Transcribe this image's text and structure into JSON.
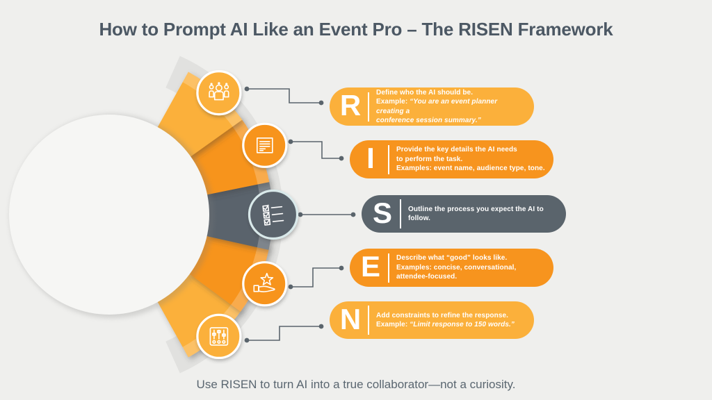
{
  "title": "How to Prompt AI Like an Event Pro – The RISEN Framework",
  "footer": "Use RISEN to turn AI into a true collaborator—not a curiosity.",
  "colors": {
    "background": "#EFEFED",
    "title_text": "#4C5864",
    "footer_text": "#5A6670",
    "yellow": "#FBB03B",
    "orange": "#F7941E",
    "slate": "#5A646C",
    "connector": "#5A646C",
    "text_on_pill": "#FFFFFF",
    "fan_band": "#E1E1DF",
    "fan_hub": "#F6F6F4",
    "slate_circle_ring": "#D9E9EA"
  },
  "steps": [
    {
      "letter": "R",
      "color": "yellow",
      "icon": "audience-people-icon",
      "lines": [
        [
          {
            "t": "Define who the AI should be."
          }
        ],
        [
          {
            "t": "Example: "
          },
          {
            "t": "“You are an event planner creating a",
            "i": true
          }
        ],
        [
          {
            "t": "conference session summary.”",
            "i": true
          }
        ]
      ]
    },
    {
      "letter": "I",
      "color": "orange",
      "icon": "document-details-icon",
      "lines": [
        [
          {
            "t": "Provide the key details the AI needs"
          }
        ],
        [
          {
            "t": "to perform the task."
          }
        ],
        [
          {
            "t": "Examples: event name, audience type, tone."
          }
        ]
      ]
    },
    {
      "letter": "S",
      "color": "slate",
      "icon": "checklist-icon",
      "lines": [
        [
          {
            "t": "Outline the process you expect the AI to follow."
          }
        ]
      ]
    },
    {
      "letter": "E",
      "color": "orange",
      "icon": "hand-presenting-star-icon",
      "lines": [
        [
          {
            "t": "Describe what “good” looks like."
          }
        ],
        [
          {
            "t": "Examples: concise, conversational,"
          }
        ],
        [
          {
            "t": "attendee-focused."
          }
        ]
      ]
    },
    {
      "letter": "N",
      "color": "yellow",
      "icon": "control-sliders-icon",
      "lines": [
        [
          {
            "t": "Add constraints to refine the response."
          }
        ],
        [
          {
            "t": "Example: "
          },
          {
            "t": "“Limit response to 150 words.”",
            "i": true
          }
        ]
      ]
    }
  ]
}
